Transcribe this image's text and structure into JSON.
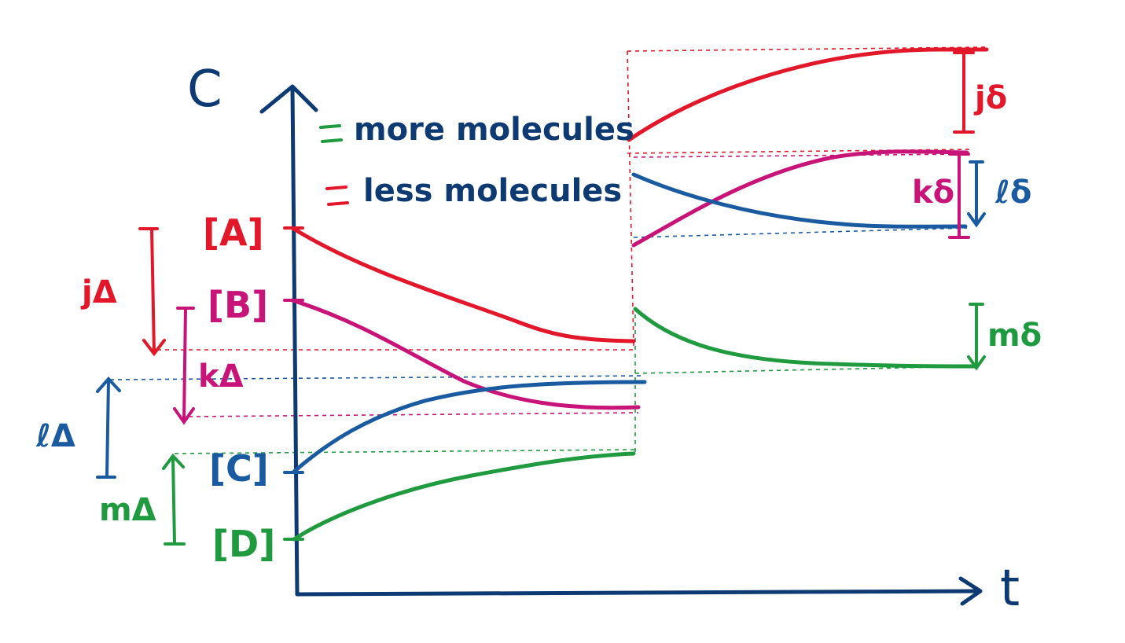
{
  "colors": {
    "navy": "#0d3a73",
    "red": "#e3172a",
    "magenta": "#c81478",
    "blue": "#1a5aa0",
    "green": "#1f9a3f"
  },
  "axes": {
    "y_label": "C",
    "x_label": "t"
  },
  "legend": [
    {
      "text": "more molecules",
      "swatch": "green-dash"
    },
    {
      "text": "less molecules",
      "swatch": "red-dash"
    }
  ],
  "species": [
    {
      "label": "[A]",
      "color": "red"
    },
    {
      "label": "[B]",
      "color": "magenta"
    },
    {
      "label": "[C]",
      "color": "blue"
    },
    {
      "label": "[D]",
      "color": "green"
    }
  ],
  "changes_before": [
    "jΔ",
    "kΔ",
    "ℓΔ",
    "mΔ"
  ],
  "changes_after": [
    "jδ",
    "kδ",
    "ℓδ",
    "mδ"
  ]
}
